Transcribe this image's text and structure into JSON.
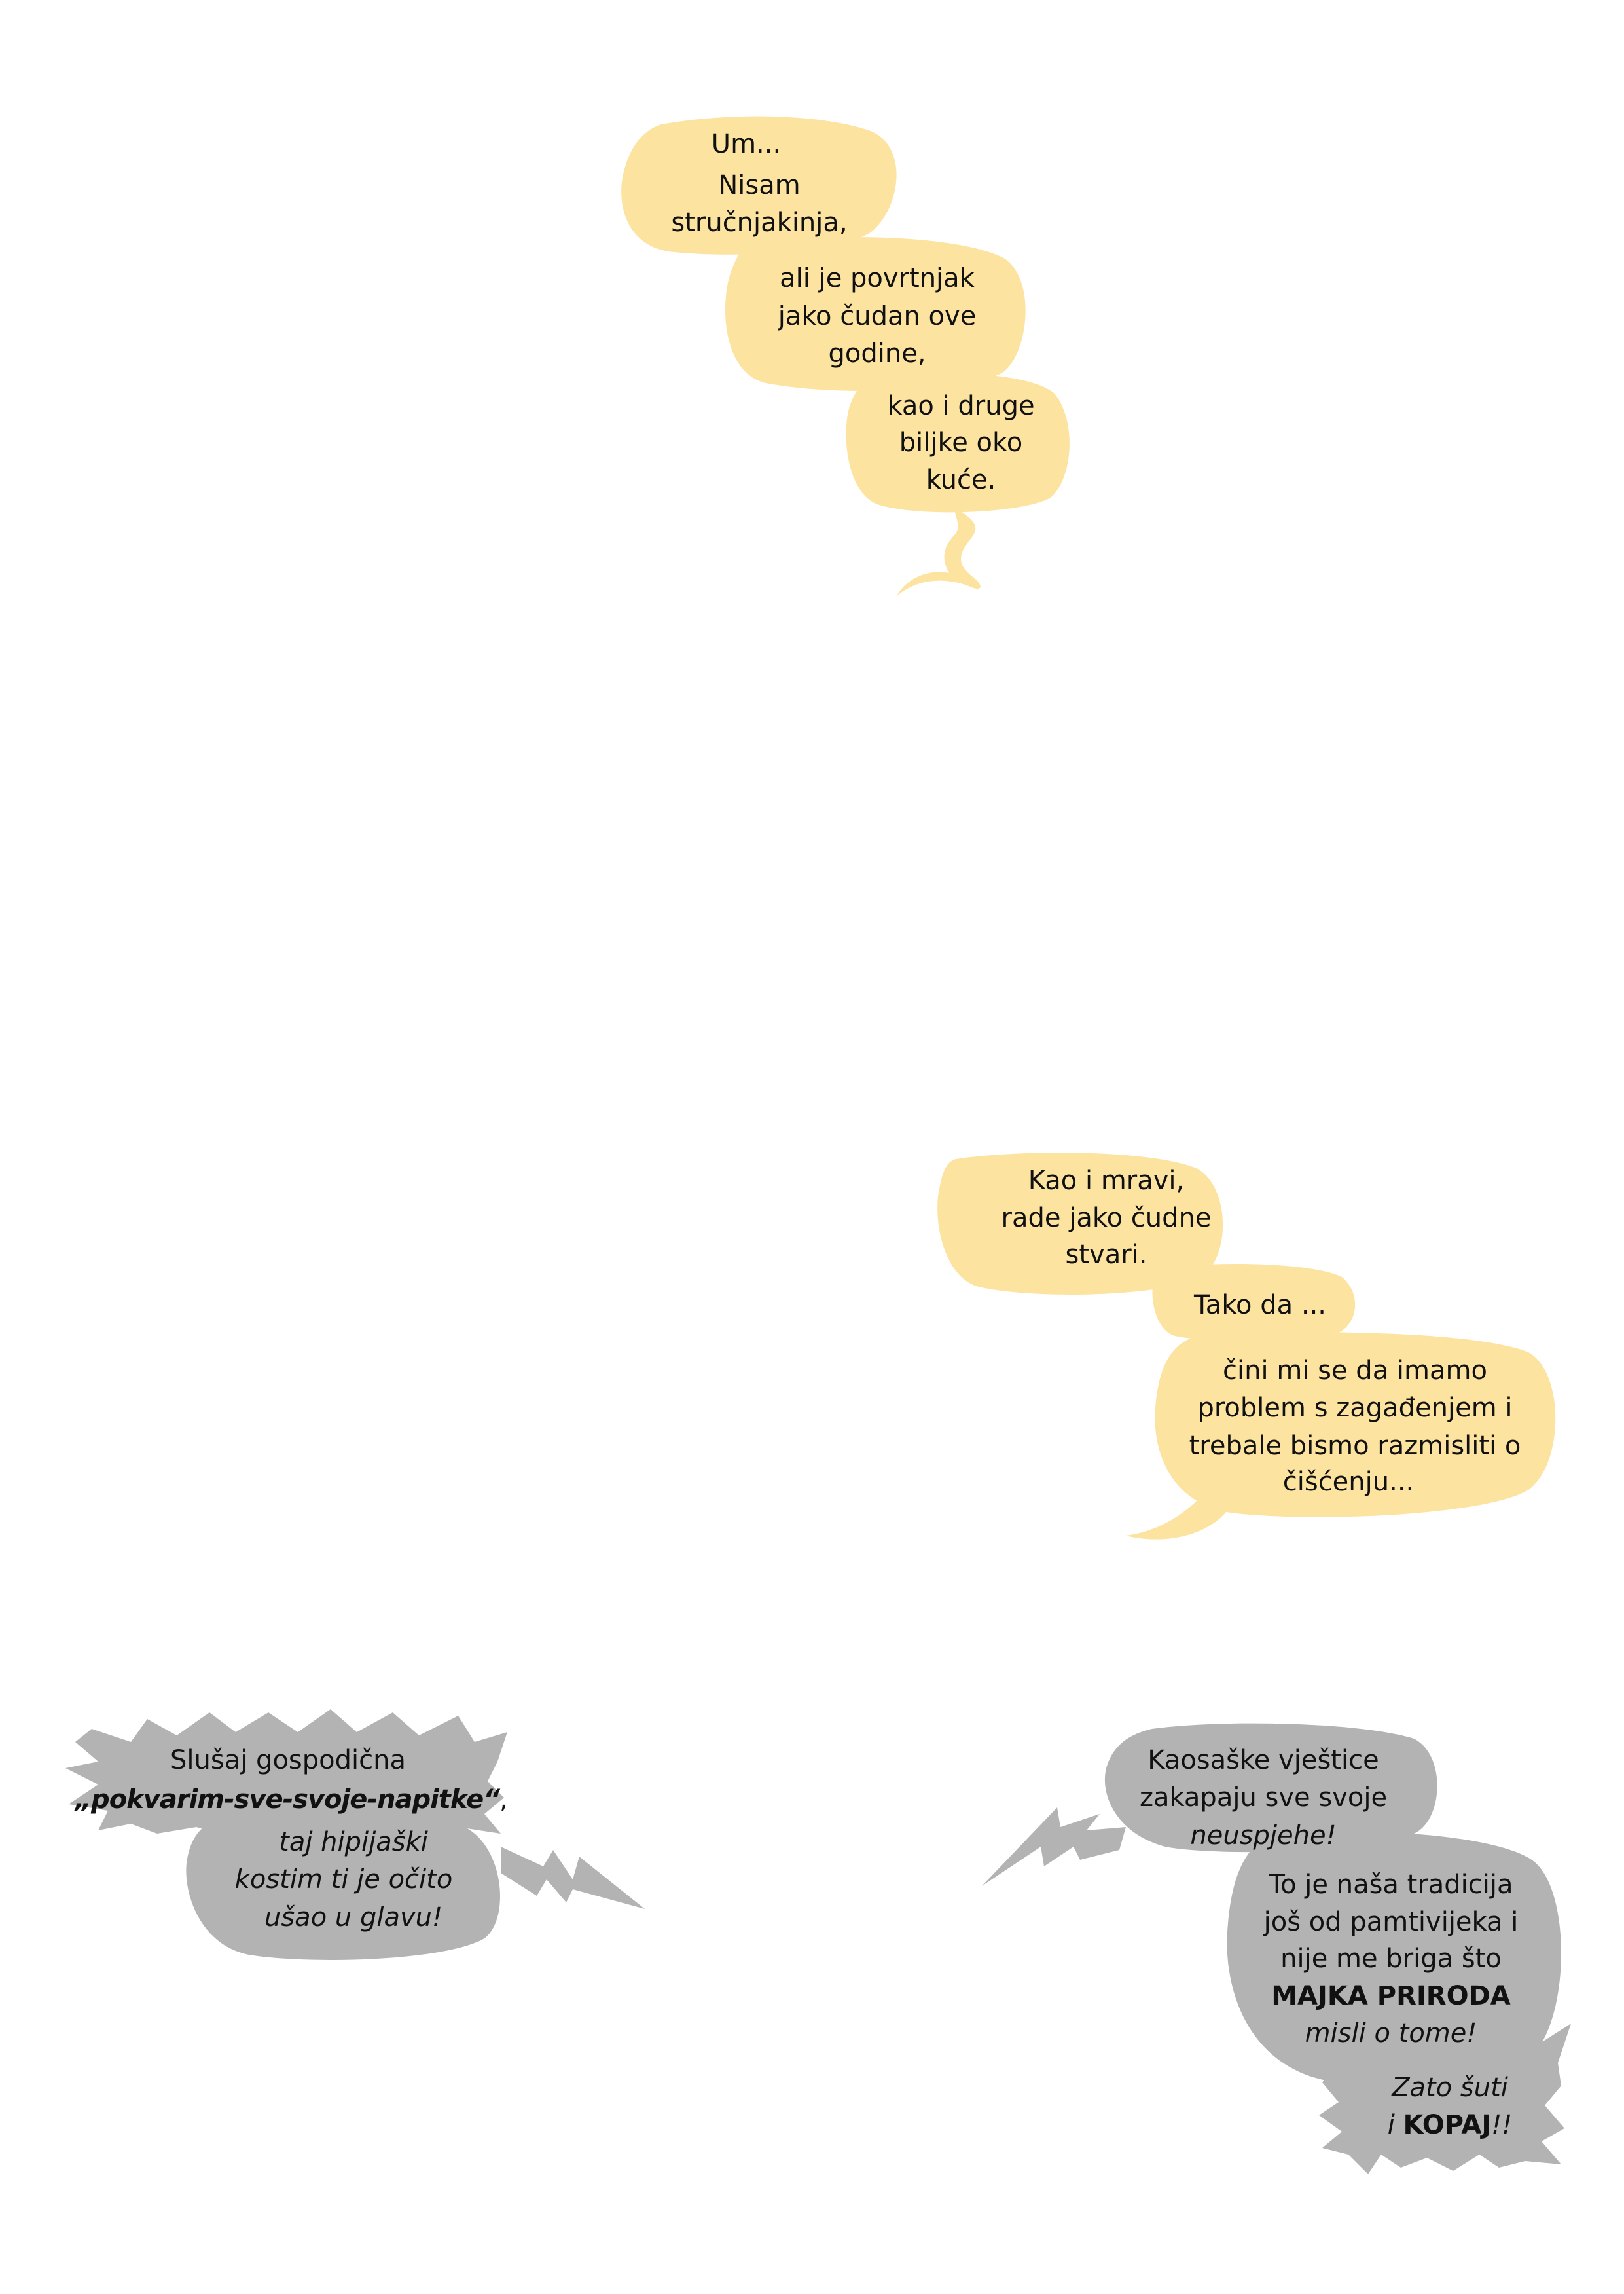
{
  "colors": {
    "page_background": "#ffffff",
    "soft_bubble": "#fde3a0",
    "angry_bubble": "#b3b3b3",
    "text": "#111111"
  },
  "bubble_group_1": {
    "b1_line1": "Um...",
    "b1_line2": "Nisam",
    "b1_line3": "stručnjakinja,",
    "b2_line1": "ali je povrtnjak",
    "b2_line2": "jako čudan ove",
    "b2_line3": "godine,",
    "b3_line1": "kao i druge",
    "b3_line2": "biljke oko",
    "b3_line3": "kuće."
  },
  "bubble_group_2": {
    "b1_line1": "Kao i mravi,",
    "b1_line2": "rade jako čudne",
    "b1_line3": "stvari.",
    "b2_line1": "Tako da ...",
    "b3_line1": "čini mi se da imamo",
    "b3_line2": "problem s zagađenjem i",
    "b3_line3": "trebale bismo razmisliti o",
    "b3_line4": "čišćenju..."
  },
  "bubble_group_3": {
    "line1": "Slušaj gospodična",
    "line2_bold": "„pokvarim-sve-svoje-napitke“",
    "line2_tail": ",",
    "line3": "taj hipijaški",
    "line4": "kostim ti je očito",
    "line5": "ušao u glavu!"
  },
  "bubble_group_4": {
    "b1_line1": "Kaosaške vještice",
    "b1_line2": "zakapaju sve svoje",
    "b1_line3": "neuspjehe!",
    "b2_line1": "To je naša tradicija",
    "b2_line2": "još od pamtivijeka i",
    "b2_line3": "nije me briga što",
    "b2_line4_bold": "MAJKA PRIRODA",
    "b2_line5": "misli o tome!",
    "b3_line1": "Zato šuti",
    "b3_line2_pre": "i ",
    "b3_line2_bold": "KOPAJ",
    "b3_line2_post": "!!"
  }
}
